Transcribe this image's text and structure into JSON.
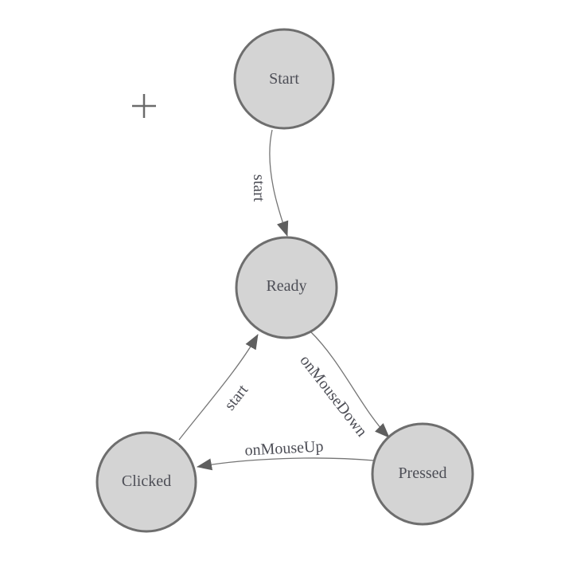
{
  "colors": {
    "canvas-bg": "#ffffff",
    "node-fill": "#d4d4d4",
    "node-stroke": "#6e6e6e",
    "edge": "#757575",
    "arrow": "#5f5f5f",
    "label": "#4d4e56",
    "plus": "#6b6b6b"
  },
  "diagram": {
    "kind": "finite-state-machine",
    "nodes": [
      {
        "id": "start",
        "label": "Start"
      },
      {
        "id": "ready",
        "label": "Ready"
      },
      {
        "id": "clicked",
        "label": "Clicked"
      },
      {
        "id": "pressed",
        "label": "Pressed"
      }
    ],
    "edges": [
      {
        "from": "start",
        "to": "ready",
        "label": "start"
      },
      {
        "from": "clicked",
        "to": "ready",
        "label": "start"
      },
      {
        "from": "ready",
        "to": "pressed",
        "label": "onMouseDown"
      },
      {
        "from": "pressed",
        "to": "clicked",
        "label": "onMouseUp"
      }
    ]
  }
}
